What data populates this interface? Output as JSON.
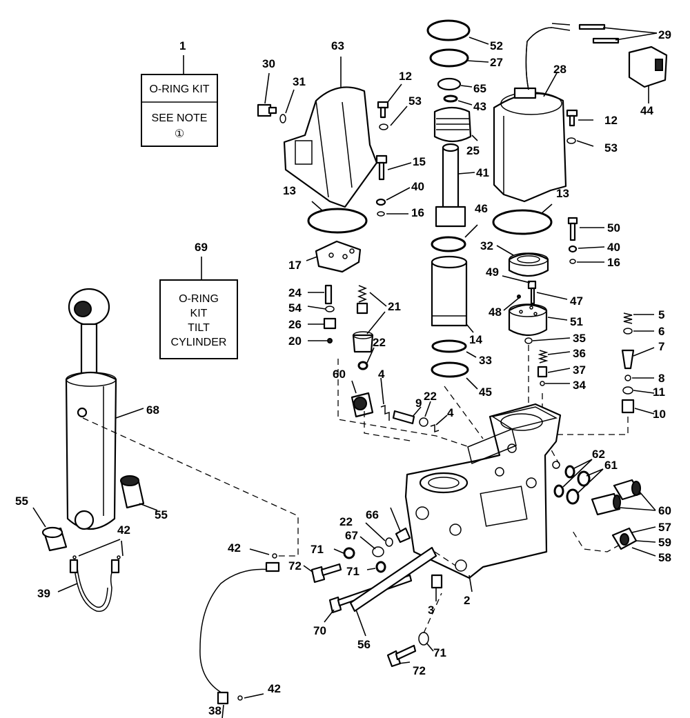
{
  "note_box_1": {
    "callout": "1",
    "line1": "O-RING KIT",
    "line2": "SEE NOTE",
    "line3": "①"
  },
  "note_box_69": {
    "callout": "69",
    "line1": "O-RING",
    "line2": "KIT",
    "line3": "TILT",
    "line4": "CYLINDER"
  },
  "callouts": {
    "c2": "2",
    "c3": "3",
    "c4a": "4",
    "c4b": "4",
    "c5": "5",
    "c6": "6",
    "c7": "7",
    "c8": "8",
    "c9": "9",
    "c10": "10",
    "c11": "11",
    "c12a": "12",
    "c12b": "12",
    "c13a": "13",
    "c13b": "13",
    "c14": "14",
    "c15": "15",
    "c16a": "16",
    "c16b": "16",
    "c17": "17",
    "c20": "20",
    "c21": "21",
    "c22a": "22",
    "c22b": "22",
    "c22c": "22",
    "c24": "24",
    "c25": "25",
    "c26": "26",
    "c27": "27",
    "c28": "28",
    "c29": "29",
    "c30": "30",
    "c31": "31",
    "c32": "32",
    "c33": "33",
    "c34": "34",
    "c35": "35",
    "c36": "36",
    "c37": "37",
    "c38": "38",
    "c39": "39",
    "c40a": "40",
    "c40b": "40",
    "c41": "41",
    "c42a": "42",
    "c42b": "42",
    "c42c": "42",
    "c43": "43",
    "c44": "44",
    "c45": "45",
    "c46": "46",
    "c47": "47",
    "c48": "48",
    "c49": "49",
    "c50": "50",
    "c51": "51",
    "c52": "52",
    "c53a": "53",
    "c53b": "53",
    "c54": "54",
    "c55a": "55",
    "c55b": "55",
    "c56": "56",
    "c57": "57",
    "c58": "58",
    "c59": "59",
    "c60a": "60",
    "c60b": "60",
    "c61": "61",
    "c62": "62",
    "c63": "63",
    "c65": "65",
    "c66": "66",
    "c67": "67",
    "c68": "68",
    "c70": "70",
    "c71a": "71",
    "c71b": "71",
    "c71c": "71",
    "c72a": "72",
    "c72b": "72"
  }
}
